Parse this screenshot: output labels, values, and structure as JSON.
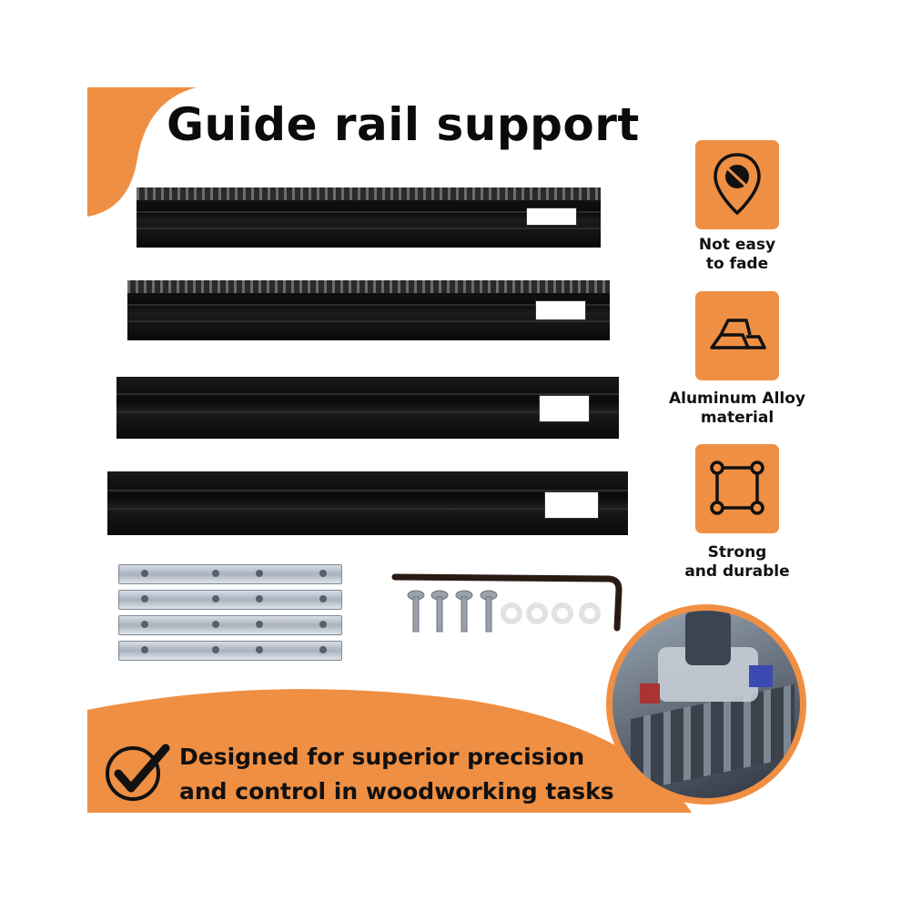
{
  "title": "Guide rail support",
  "features": [
    {
      "icon": "no-fade-icon",
      "label_line1": "Not easy",
      "label_line2": "to fade"
    },
    {
      "icon": "aluminum-bars-icon",
      "label_line1": "Aluminum Alloy",
      "label_line2": "material"
    },
    {
      "icon": "square-frame-icon",
      "label_line1": "Strong",
      "label_line2": "and durable"
    }
  ],
  "bottom_text": {
    "line1": "Designed for superior precision",
    "line2": "and control in woodworking tasks"
  },
  "colors": {
    "accent": "#ef8f43",
    "rail": "#0d0d0d"
  }
}
